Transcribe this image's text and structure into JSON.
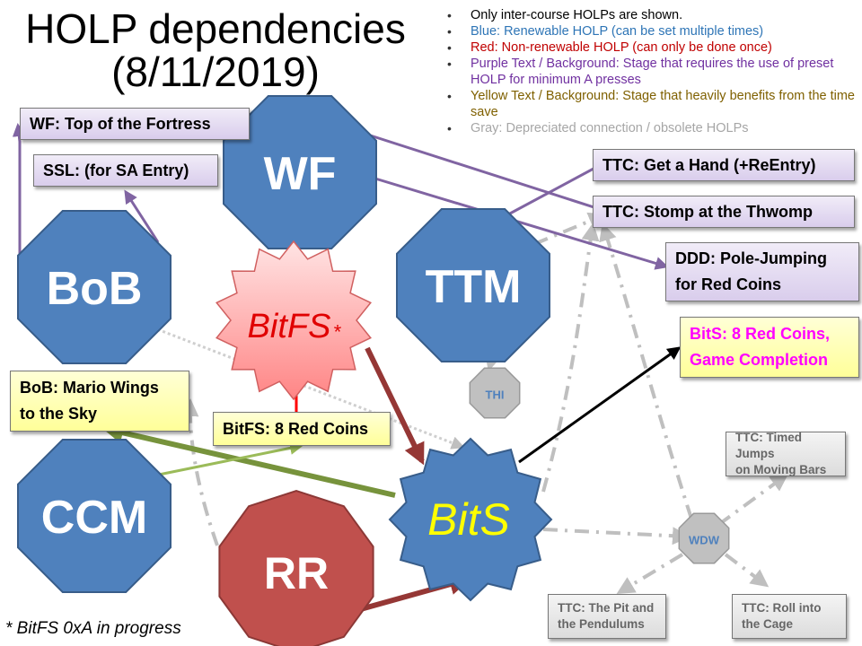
{
  "title": {
    "line1": "HOLP dependencies",
    "line2": "(8/11/2019)"
  },
  "legend": [
    {
      "text": "Only inter-course HOLPs are shown.",
      "color": "#000000"
    },
    {
      "text": "Blue: Renewable HOLP (can be set multiple times)",
      "color": "#2e75b6"
    },
    {
      "text": "Red: Non-renewable HOLP (can only be done once)",
      "color": "#c00000"
    },
    {
      "text": "Purple Text / Background: Stage that requires the use of preset HOLP for minimum A presses",
      "color": "#7030a0"
    },
    {
      "text": "Yellow Text / Background: Stage that heavily benefits from the time save",
      "color": "#7f6000"
    },
    {
      "text": "Gray: Depreciated connection / obsolete HOLPs",
      "color": "#a6a6a6"
    }
  ],
  "colors": {
    "blue_fill": "#4f81bd",
    "blue_stroke": "#385d8a",
    "red_fill": "#c0504d",
    "red_stroke": "#8c3836",
    "purple_arrow": "#8064a2",
    "green_arrow": "#77933c",
    "light_green_arrow": "#9bbb59",
    "dark_red_arrow": "#953735",
    "gray_dash": "#bfbfbf",
    "bitfs_star_top": "#ffe0e0",
    "bitfs_star_bottom": "#ff8a8a",
    "bitfs_text": "#e00000",
    "bits_text": "#ffff00",
    "bits_red_coins_text": "#ff00ff"
  },
  "nodes": {
    "wf": "WF",
    "bob": "BoB",
    "ttm": "TTM",
    "ccm": "CCM",
    "rr": "RR",
    "bits": "BitS",
    "bitfs": "BitFS",
    "bitfs_mark": "*",
    "thi": "THI",
    "wdw": "WDW"
  },
  "boxes": {
    "wf_top": "WF: Top of the Fortress",
    "ssl": "SSL: (for SA Entry)",
    "ttc_hand": "TTC: Get a Hand (+ReEntry)",
    "ttc_stomp": "TTC: Stomp at the Thwomp",
    "ddd_line1": "DDD: Pole-Jumping",
    "ddd_line2": "for Red Coins",
    "bits_rc_line1": "BitS: 8 Red Coins,",
    "bits_rc_line2": "Game Completion",
    "bob_wings_line1": "BoB: Mario Wings",
    "bob_wings_line2": "to the Sky",
    "bitfs_rc": "BitFS: 8 Red Coins",
    "ttc_timed_line1": "TTC: Timed Jumps",
    "ttc_timed_line2": "on Moving Bars",
    "ttc_pit_line1": "TTC: The Pit and",
    "ttc_pit_line2": "the Pendulums",
    "ttc_roll_line1": "TTC: Roll into",
    "ttc_roll_line2": "the Cage"
  },
  "footnote": "* BitFS 0xA in progress"
}
